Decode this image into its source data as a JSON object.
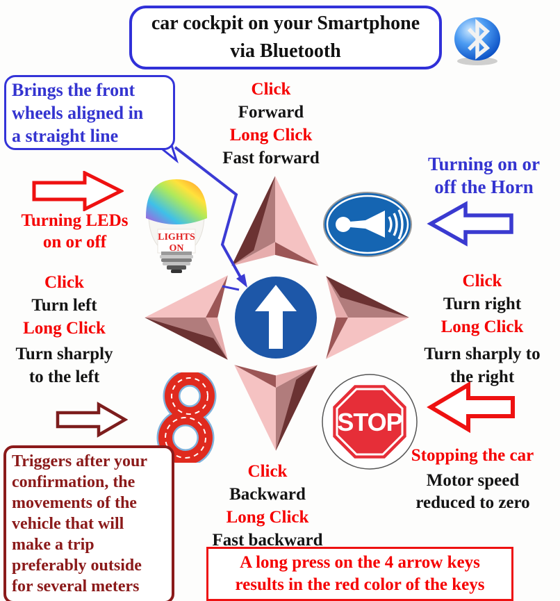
{
  "title": {
    "lines": [
      "car cockpit on your Smartphone",
      "via Bluetooth"
    ]
  },
  "front_wheels_note": {
    "lines": [
      "Brings the front",
      "wheels aligned in",
      "a straight line"
    ]
  },
  "controls": {
    "forward": {
      "click_label": "Click",
      "click_action": "Forward",
      "long_click_label": "Long Click",
      "long_click_action": "Fast forward"
    },
    "backward": {
      "click_label": "Click",
      "click_action": "Backward",
      "long_click_label": "Long Click",
      "long_click_action": "Fast backward"
    },
    "turn_left": {
      "click_label": "Click",
      "click_action": "Turn left",
      "long_click_label": "Long Click",
      "long_click_action_lines": [
        "Turn sharply",
        "to the left"
      ]
    },
    "turn_right": {
      "click_label": "Click",
      "click_action": "Turn right",
      "long_click_label": "Long Click",
      "long_click_action_lines": [
        "Turn sharply to",
        "the right"
      ]
    }
  },
  "leds": {
    "label_lines": [
      "Turning LEDs",
      "on or off"
    ],
    "bulb_label_lines": [
      "LIGHTS",
      "ON"
    ]
  },
  "horn": {
    "label_lines": [
      "Turning on or",
      "off the Horn"
    ]
  },
  "stop": {
    "sign_text": "STOP",
    "label": "Stopping the car",
    "sub_lines": [
      "Motor speed",
      "reduced to zero"
    ]
  },
  "trip_note": {
    "lines": [
      "Triggers after your",
      "confirmation, the",
      "movements of the",
      "vehicle that will",
      "make a trip",
      "preferably outside",
      "for several meters"
    ]
  },
  "long_press_note": {
    "lines": [
      "A long press on the 4 arrow keys",
      "results in the red color of the keys"
    ]
  },
  "colors": {
    "blue_accent": "#3434d0",
    "red_accent": "#f50000",
    "maroon_accent": "#8b1a1a",
    "sign_blue": "#1d57a8",
    "stop_red": "#e62e38",
    "arrow_pink_light": "#f5c2c2",
    "arrow_pink_dark": "#6b3232"
  }
}
